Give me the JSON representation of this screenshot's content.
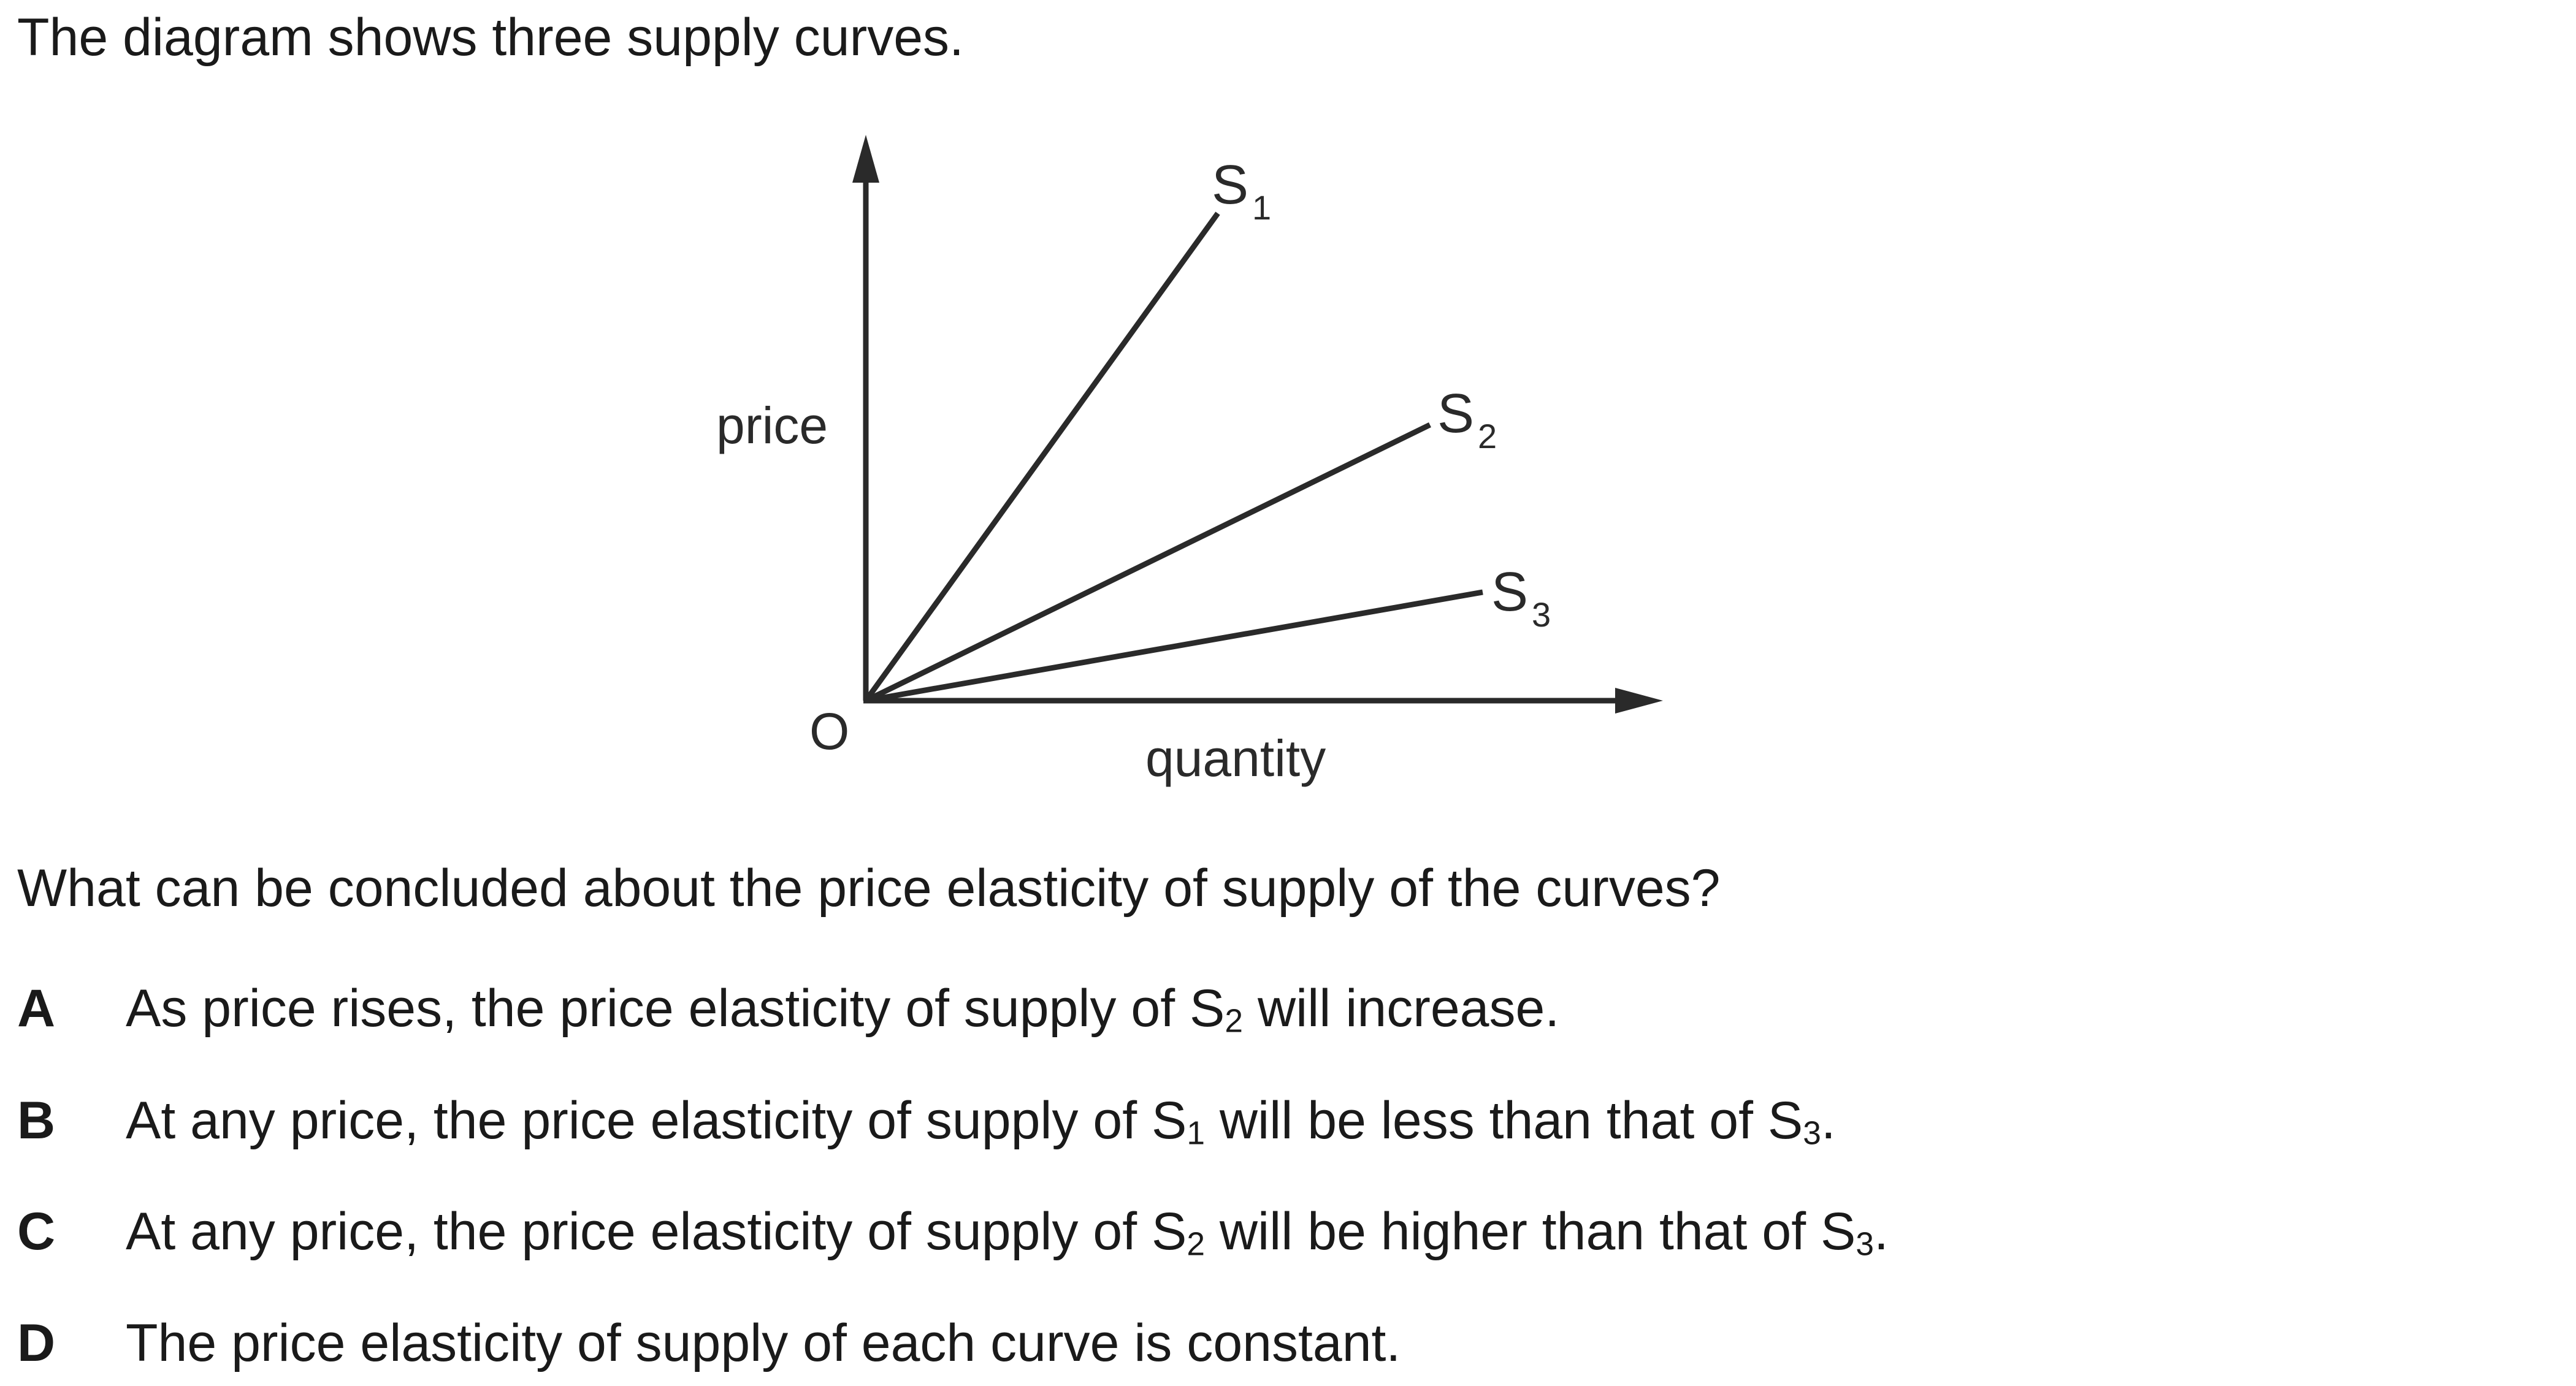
{
  "intro": "The diagram shows three supply curves.",
  "diagram": {
    "y_axis_label": "price",
    "x_axis_label": "quantity",
    "origin_label": "O",
    "curves": [
      {
        "letter": "S",
        "subscript": "1"
      },
      {
        "letter": "S",
        "subscript": "2"
      },
      {
        "letter": "S",
        "subscript": "3"
      }
    ]
  },
  "question": "What can be concluded about the price elasticity of supply of the curves?",
  "options": [
    {
      "letter": "A",
      "before": "As price rises, the price elasticity of supply of S",
      "sub1": "2",
      "after": " will increase."
    },
    {
      "letter": "B",
      "before": "At any price, the price elasticity of supply of S",
      "sub1": "1",
      "middle": " will be less than that of S",
      "sub2": "3",
      "after": "."
    },
    {
      "letter": "C",
      "before": "At any price, the price elasticity of supply of S",
      "sub1": "2",
      "middle": " will be higher than that of S",
      "sub2": "3",
      "after": "."
    },
    {
      "letter": "D",
      "text": "The price elasticity of supply of each curve is constant."
    }
  ]
}
